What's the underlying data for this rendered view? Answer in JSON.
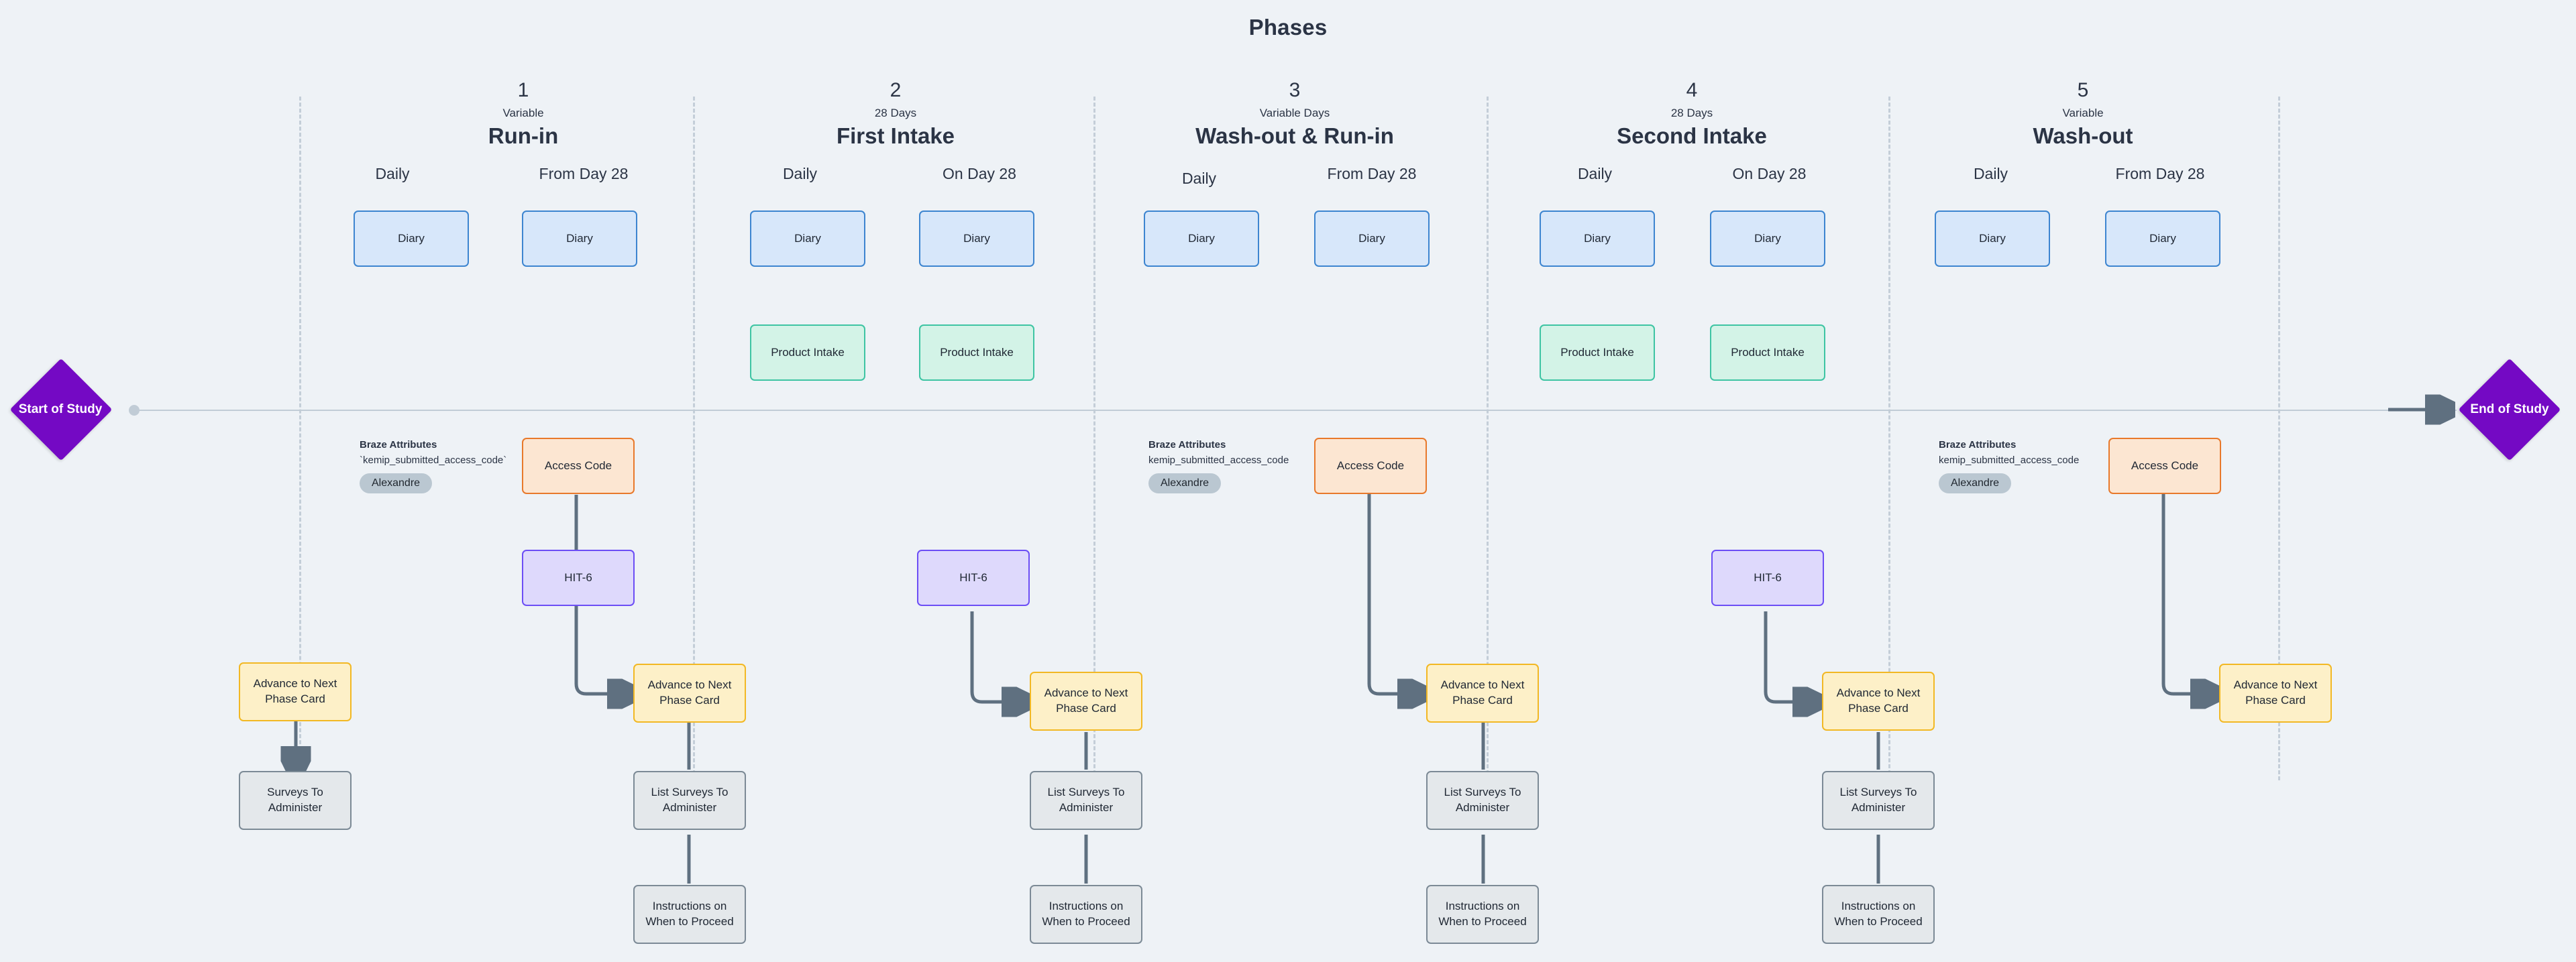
{
  "page": {
    "title": "Phases",
    "background": "#eef2f6"
  },
  "colors": {
    "diary": "#d7e7fa",
    "diary_border": "#3d85d0",
    "product_intake": "#d3f3e7",
    "product_intake_border": "#3ec4a3",
    "access_code": "#fce6d2",
    "access_code_border": "#e8792b",
    "hit6": "#ded9fc",
    "hit6_border": "#6c4ef5",
    "advance": "#fdf0c8",
    "advance_border": "#f2b824",
    "grey_card": "#e4e8eb",
    "grey_card_border": "#7c8a96",
    "milestone": "#7409c4",
    "connector": "#5f7080",
    "divider": "#c4ced8"
  },
  "timeline": {
    "start_label": "Start of Study",
    "end_label": "End of Study"
  },
  "phases": [
    {
      "number": "1",
      "duration": "Variable",
      "name": "Run-in",
      "columns": [
        {
          "label": "Daily",
          "cards": [
            "Diary"
          ]
        },
        {
          "label": "From Day 28",
          "cards": [
            "Diary"
          ]
        }
      ],
      "braze": {
        "title": "Braze Attributes",
        "key": "`kemip_submitted_access_code`",
        "pill": "Alexandre"
      },
      "access_code_label": "Access Code",
      "hit6_label": "HIT-6",
      "advance_cards": [
        "Advance to Next Phase Card",
        "Advance to Next Phase Card"
      ],
      "detail_cards": [
        "Surveys To Administer",
        "List Surveys To Administer",
        "Instructions on When to Proceed"
      ]
    },
    {
      "number": "2",
      "duration": "28 Days",
      "name": "First Intake",
      "columns": [
        {
          "label": "Daily",
          "cards": [
            "Diary",
            "Product Intake"
          ]
        },
        {
          "label": "On Day 28",
          "cards": [
            "Diary",
            "Product Intake"
          ]
        }
      ],
      "braze": null,
      "access_code_label": null,
      "hit6_label": "HIT-6",
      "advance_cards": [
        "Advance to Next Phase Card"
      ],
      "detail_cards": [
        "List Surveys To Administer",
        "Instructions on When to Proceed"
      ]
    },
    {
      "number": "3",
      "duration": "Variable Days",
      "name": "Wash-out & Run-in",
      "columns": [
        {
          "label": "Daily",
          "cards": [
            "Diary"
          ]
        },
        {
          "label": "From Day 28",
          "cards": [
            "Diary"
          ]
        }
      ],
      "braze": {
        "title": "Braze Attributes",
        "key": "kemip_submitted_access_code",
        "pill": "Alexandre"
      },
      "access_code_label": "Access Code",
      "hit6_label": null,
      "advance_cards": [
        "Advance to Next Phase Card"
      ],
      "detail_cards": [
        "List Surveys To Administer",
        "Instructions on When to Proceed"
      ]
    },
    {
      "number": "4",
      "duration": "28 Days",
      "name": "Second Intake",
      "columns": [
        {
          "label": "Daily",
          "cards": [
            "Diary",
            "Product Intake"
          ]
        },
        {
          "label": "On Day 28",
          "cards": [
            "Diary",
            "Product Intake"
          ]
        }
      ],
      "braze": null,
      "access_code_label": null,
      "hit6_label": "HIT-6",
      "advance_cards": [
        "Advance to Next Phase Card"
      ],
      "detail_cards": [
        "List Surveys To Administer",
        "Instructions on When to Proceed"
      ]
    },
    {
      "number": "5",
      "duration": "Variable",
      "name": "Wash-out",
      "columns": [
        {
          "label": "Daily",
          "cards": [
            "Diary"
          ]
        },
        {
          "label": "From Day 28",
          "cards": [
            "Diary"
          ]
        }
      ],
      "braze": {
        "title": "Braze Attributes",
        "key": "kemip_submitted_access_code",
        "pill": "Alexandre"
      },
      "access_code_label": "Access Code",
      "hit6_label": null,
      "advance_cards": [
        "Advance to Next Phase Card"
      ],
      "detail_cards": []
    }
  ]
}
